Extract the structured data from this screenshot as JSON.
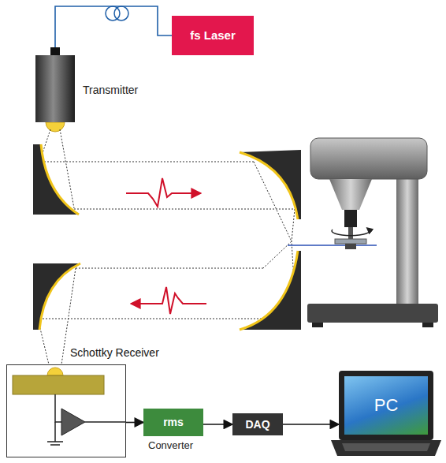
{
  "diagram": {
    "nodes": [
      {
        "text": [
          "fs Laser"
        ]
      },
      {
        "text": [
          "Transmitter"
        ]
      },
      {
        "text": [
          "Schottky Receiver"
        ]
      },
      {
        "text": [
          "rms",
          "Converter"
        ]
      },
      {
        "text": [
          "DAQ"
        ]
      },
      {
        "text": [
          "PC"
        ]
      }
    ],
    "edges": [
      {
        "from": 0,
        "to": 1,
        "arrow": "none"
      },
      {
        "from": 2,
        "to": 3,
        "arrow": "to"
      },
      {
        "from": 3,
        "to": 4,
        "arrow": "to"
      },
      {
        "from": 4,
        "to": 5,
        "arrow": "to"
      }
    ]
  }
}
